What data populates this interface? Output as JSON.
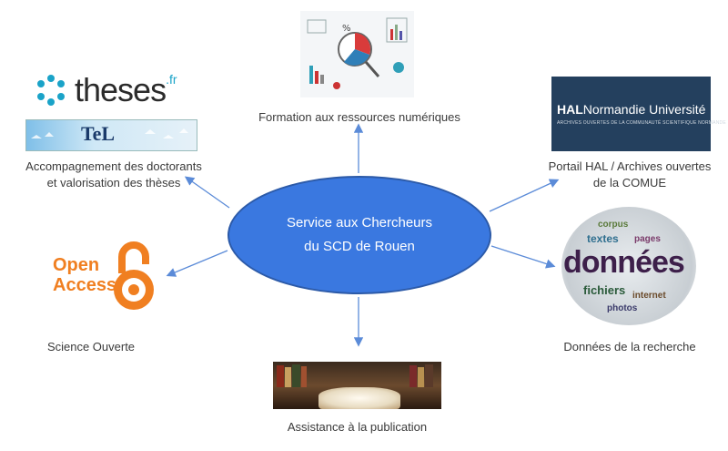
{
  "center": {
    "line1": "Service aux Chercheurs",
    "line2": "du SCD de Rouen"
  },
  "nodes": {
    "formation": {
      "label": "Formation aux ressources numériques",
      "icon": "analytics-infographic-icon"
    },
    "accompagnement": {
      "line1": "Accompagnement des doctorants",
      "line2": "et valorisation des thèses",
      "logos": [
        "theses.fr",
        "TEL"
      ]
    },
    "hal": {
      "line1": "Portail HAL / Archives ouvertes",
      "line2": "de la COMUE",
      "logo_bold": "HAL",
      "logo_rest": "Normandie Université",
      "logo_sub": "ARCHIVES OUVERTES DE LA COMMUNAUTÉ SCIENTIFIQUE NORMANDE"
    },
    "science": {
      "label": "Science Ouverte",
      "logo_line1": "Open",
      "logo_line2": "Access"
    },
    "donnees": {
      "label": "Données de la recherche",
      "cloud_word": "données"
    },
    "publication": {
      "label": "Assistance à la publication",
      "icon": "open-book-icon"
    }
  },
  "logos": {
    "theses_word": "theses",
    "theses_tld": ".fr",
    "tel_word": "TeL"
  },
  "colors": {
    "hub": "#3a78e0",
    "arrow": "#5b8bd8",
    "open_access": "#f07f21",
    "hal_bg": "#24405e"
  }
}
